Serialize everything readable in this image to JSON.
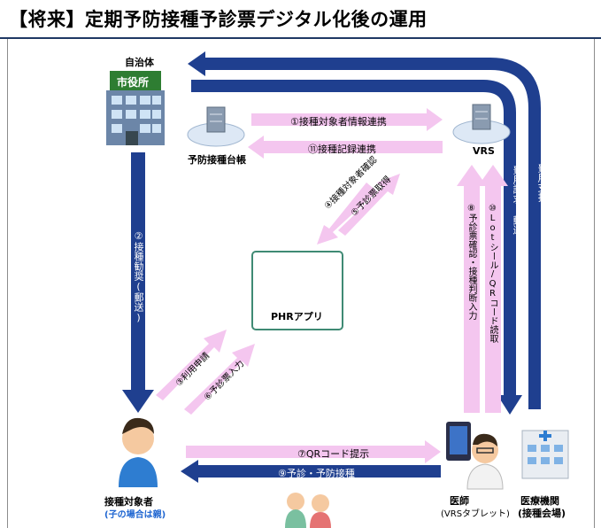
{
  "title": "【将来】定期予防接種予診票デジタル化後の運用",
  "nodes": {
    "city_hall": {
      "label": "自治体",
      "sign": "市役所"
    },
    "registry": {
      "label": "予防接種台帳"
    },
    "vrs": {
      "label": "VRS"
    },
    "phr": {
      "label": "PHRアプリ"
    },
    "subject": {
      "label": "接種対象者",
      "sub": "(子の場合は親)"
    },
    "doctor": {
      "label": "医師",
      "sub": "(VRSタブレット)"
    },
    "clinic": {
      "label": "医療機関",
      "sub": "(接種会場)"
    }
  },
  "arrows": {
    "a1": "①接種対象者情報連携",
    "a2": "②接種勧奨(郵送)",
    "a3": "③利用申請",
    "a4": "④接種対象者確認",
    "a5": "⑤予診票取得",
    "a6": "⑥予診票入力",
    "a7": "⑦QRコード提示",
    "a8": "⑧予診票確認・接種判断入力",
    "a9": "⑨予診・予防接種",
    "a10": "⑩Lotシール/QRコード読取",
    "a11": "⑪接種記録連携",
    "bill": "費用請求(郵送)",
    "pay": "費用支払"
  },
  "colors": {
    "navy": "#1f3f8f",
    "pink": "#f4c6ef",
    "teal": "#3f8a74",
    "frame": "#8c8c8c"
  }
}
